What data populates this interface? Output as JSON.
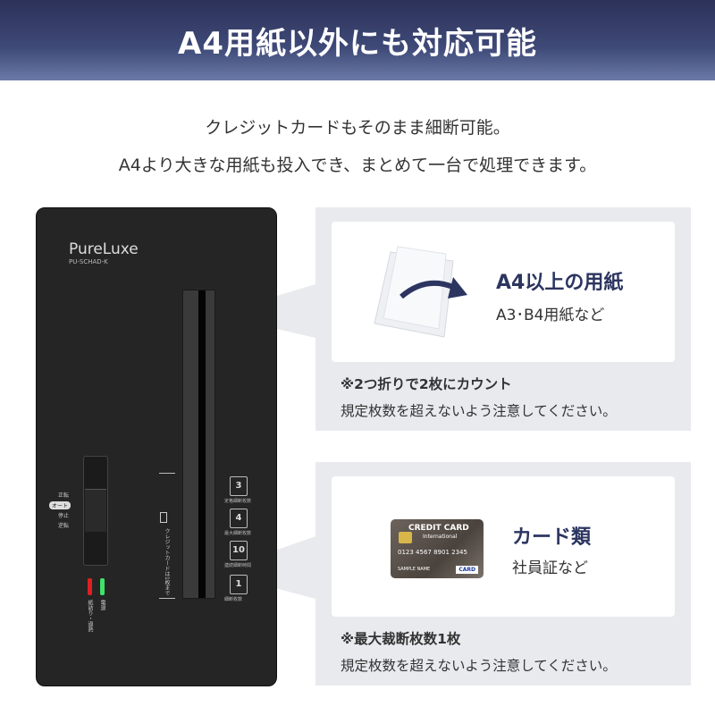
{
  "header": {
    "title": "A4用紙以外にも対応可能"
  },
  "intro": {
    "line1": "クレジットカードもそのまま細断可能。",
    "line2": "A4より大きな用紙も投入でき、まとめて一台で処理できます。"
  },
  "shredder": {
    "brand": "PureLuxe",
    "model": "PU-SCHAD-K",
    "switch_labels": [
      "正転",
      "オート",
      "停止",
      "逆転"
    ],
    "leds": [
      {
        "label": "紙詰り・過熱",
        "color": "#e02020"
      },
      {
        "label": "電源",
        "color": "#3ee36a"
      }
    ],
    "card_slot_label": "クレジットカードは1枚まで",
    "badges": [
      {
        "value": "3",
        "caption": "定格細断枚数"
      },
      {
        "value": "4",
        "caption": "最大細断枚数"
      },
      {
        "value": "10",
        "caption": "連続細断時間"
      },
      {
        "value": "1",
        "caption": "細断枚数"
      }
    ]
  },
  "panels": [
    {
      "title": "A4以上の用紙",
      "subtitle": "A3･B4用紙など",
      "note1": "※2つ折りで2枚にカウント",
      "note2": "規定枚数を超えないよう注意してください。",
      "icon": "folded-paper-icon"
    },
    {
      "title": "カード類",
      "subtitle": "社員証など",
      "note1": "※最大裁断枚数1枚",
      "note2": "規定枚数を超えないよう注意してください。",
      "icon": "credit-card-icon",
      "card": {
        "name": "CREDIT CARD",
        "sub": "International",
        "number": "0123 4567 8901 2345",
        "holder": "SAMPLE NAME",
        "logo": "CARD"
      }
    }
  ],
  "colors": {
    "accent": "#2c3560",
    "panel": "#e9eaee"
  }
}
